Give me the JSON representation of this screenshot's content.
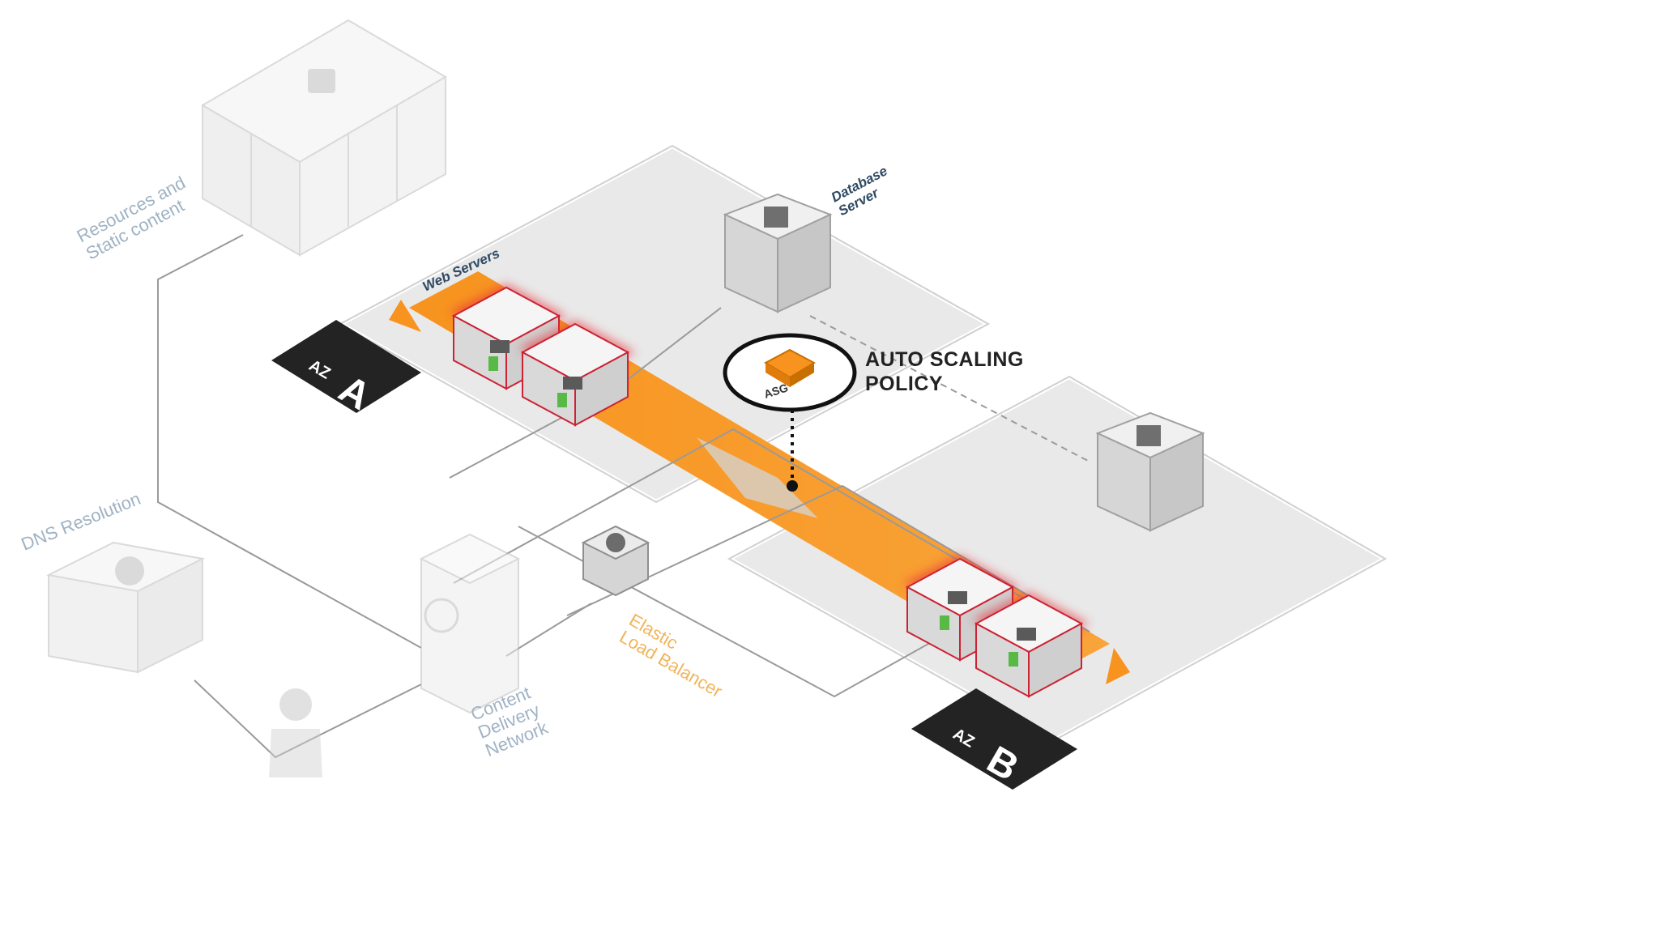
{
  "diagram": {
    "labels": {
      "resources": "Resources and\nStatic content",
      "dns": "DNS Resolution",
      "cdn": "Content\nDelivery\nNetwork",
      "elb": "Elastic\nLoad Balancer",
      "web_servers": "Web Servers",
      "database": "Database\nServer",
      "auto_scaling_policy": "AUTO SCALING\nPOLICY",
      "asg_badge": "ASG",
      "az": "AZ",
      "az_a": "A",
      "az_b": "B"
    },
    "colors": {
      "accent": "#f7931e",
      "instance_glow": "#e8333a",
      "zone_fill": "#e9e9e9",
      "badge_dark": "#232323"
    }
  }
}
